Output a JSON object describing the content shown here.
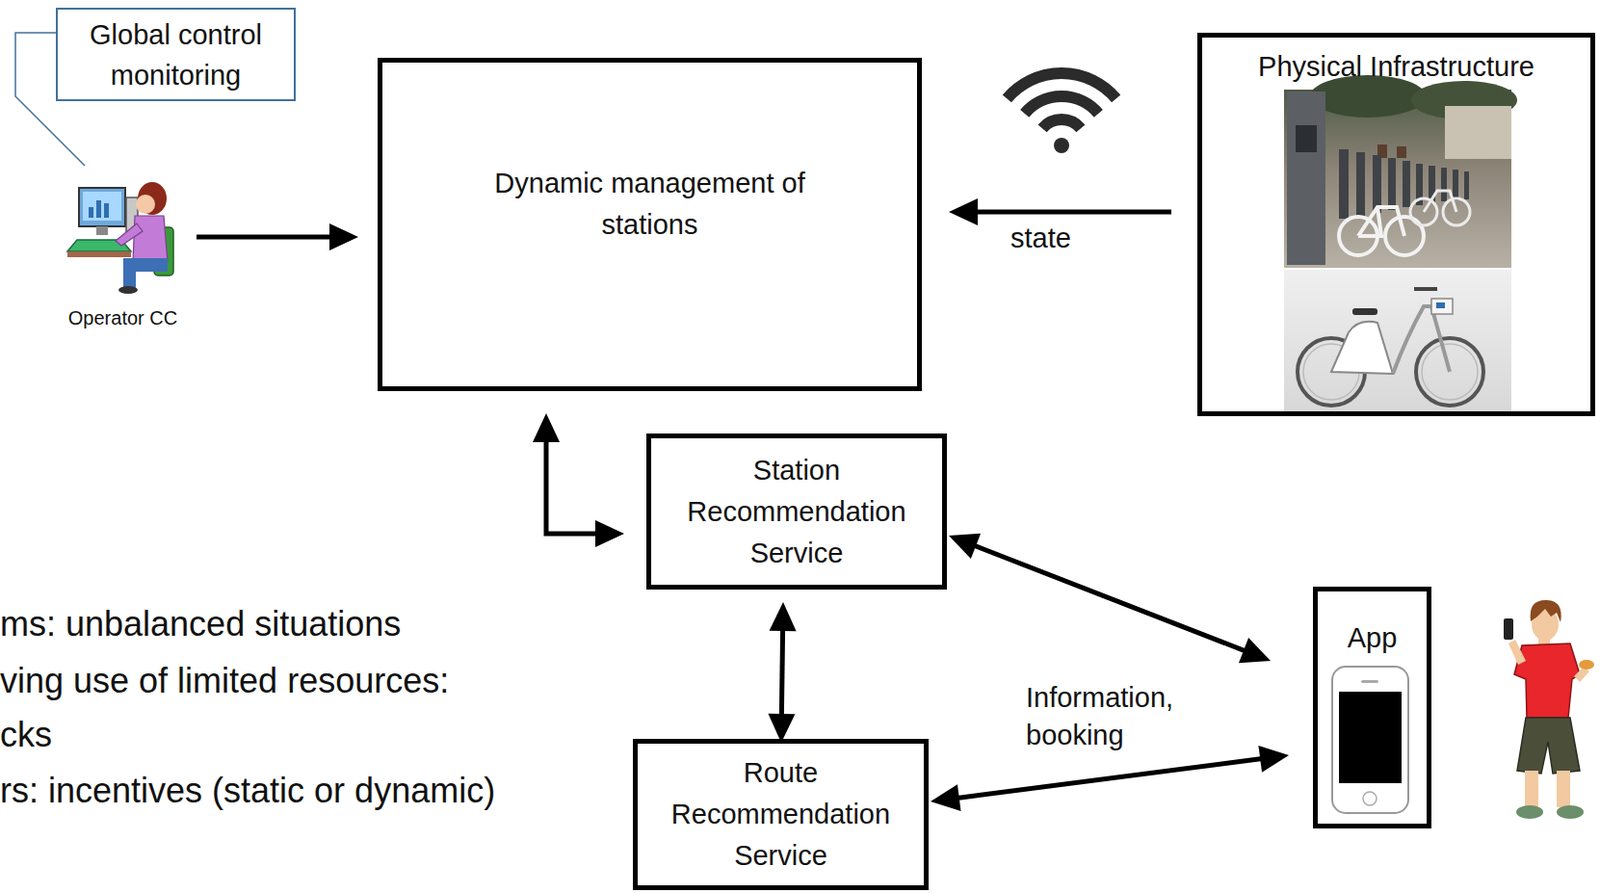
{
  "diagram": {
    "nodes": [
      {
        "text": [
          "Global control monitoring"
        ]
      },
      {
        "text": [
          "Dynamic management of stations"
        ]
      },
      {
        "text": [
          "Physical Infrastructure"
        ]
      },
      {
        "text": [
          "Operator CC"
        ]
      },
      {
        "text": [
          "Station Recommendation Service"
        ]
      },
      {
        "text": [
          "App"
        ]
      },
      {
        "text": [
          "Route Recommendation Service"
        ]
      }
    ],
    "edges": [
      {
        "from": 0,
        "to": 3,
        "arrow": "none"
      },
      {
        "from": 3,
        "to": 1,
        "arrow": "to"
      },
      {
        "from": 2,
        "to": 1,
        "label": "state",
        "arrow": "to"
      },
      {
        "from": 4,
        "to": 1,
        "arrow": "both"
      },
      {
        "from": 4,
        "to": 6,
        "arrow": "both"
      },
      {
        "from": 4,
        "to": 5,
        "arrow": "both"
      },
      {
        "from": 6,
        "to": 5,
        "label": "Information, booking",
        "arrow": "both"
      }
    ],
    "labels": [
      "ms: unbalanced situations",
      "ving use of limited resources:",
      "cks",
      "rs: incentives (static or dynamic)"
    ]
  }
}
